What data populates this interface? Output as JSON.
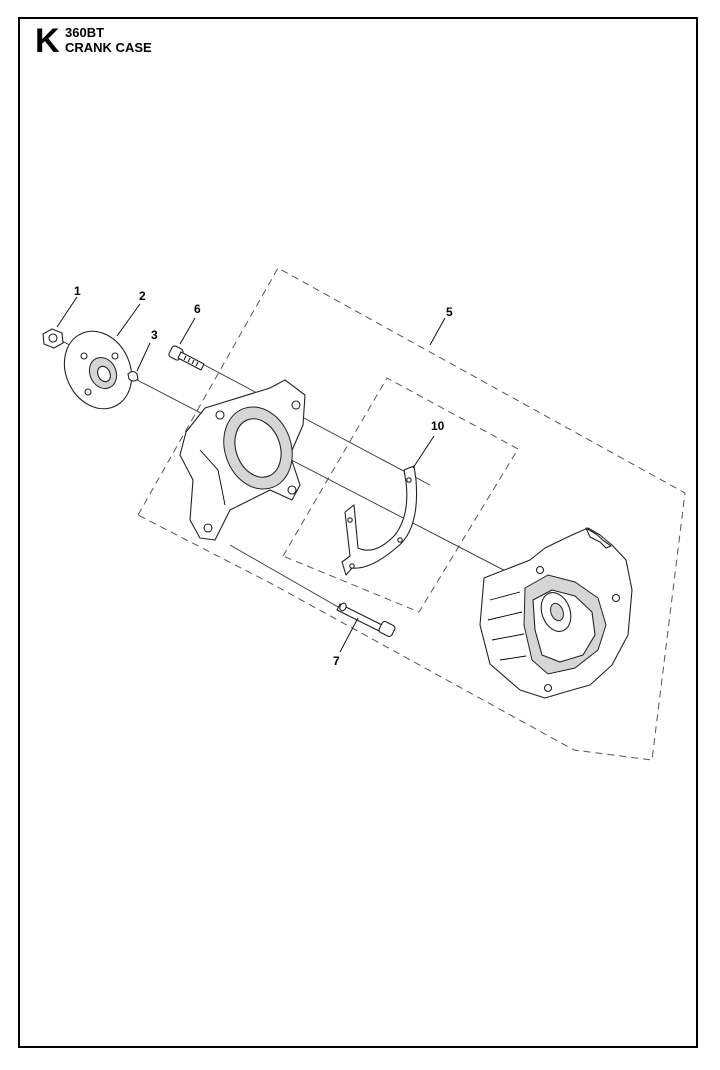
{
  "header": {
    "section_letter": "K",
    "model": "360BT",
    "title": "CRANK CASE"
  },
  "callouts": [
    {
      "id": "1",
      "label": "1"
    },
    {
      "id": "2",
      "label": "2"
    },
    {
      "id": "3",
      "label": "3"
    },
    {
      "id": "5",
      "label": "5"
    },
    {
      "id": "6",
      "label": "6"
    },
    {
      "id": "7",
      "label": "7"
    },
    {
      "id": "10",
      "label": "10"
    }
  ]
}
